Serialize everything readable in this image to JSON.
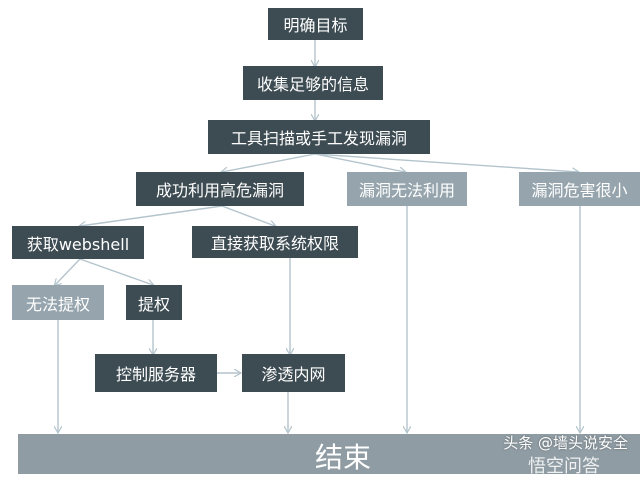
{
  "nodes": {
    "goal": "明确目标",
    "collect": "收集足够的信息",
    "scan": "工具扫描或手工发现漏洞",
    "exploit_high": "成功利用高危漏洞",
    "cannot_exploit": "漏洞无法利用",
    "low_risk": "漏洞危害很小",
    "webshell": "获取webshell",
    "direct_priv": "直接获取系统权限",
    "no_privesc": "无法提权",
    "privesc": "提权",
    "control_server": "控制服务器",
    "pivot": "渗透内网"
  },
  "end_label": "结束",
  "watermark": "头条 @墙头说安全",
  "watermark_sub": "悟空问答",
  "colors": {
    "dark_box": "#3d4b52",
    "light_box": "#96a5ad",
    "edge": "#b4c4cc",
    "end_bar": "#8f9ca3"
  }
}
